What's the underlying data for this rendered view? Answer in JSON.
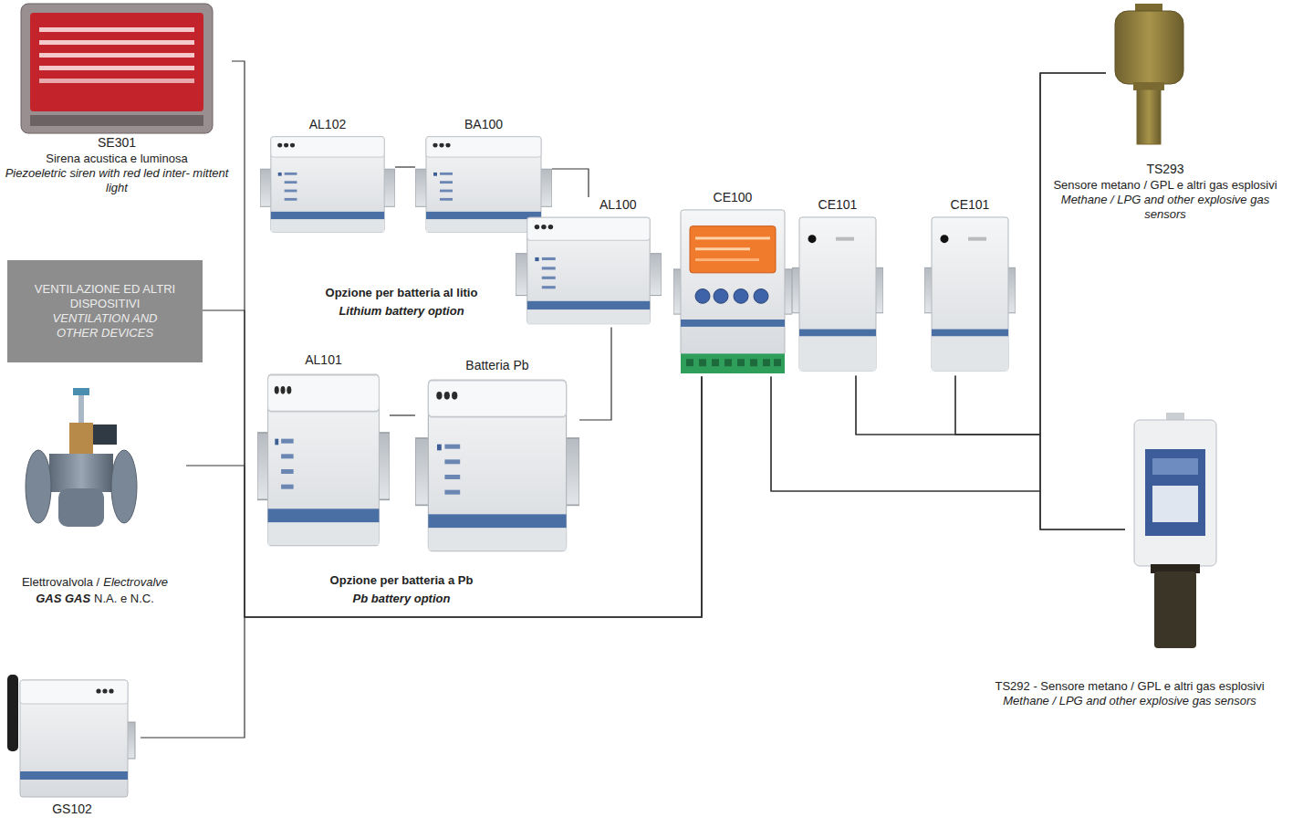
{
  "diagram": {
    "nodes": [
      {
        "text": [
          "SE301",
          "Sirena acustica e luminosa",
          "Piezoeletric siren with red led inter- mittent light"
        ]
      },
      {
        "text": [
          "VENTILAZIONE ED ALTRI DISPOSITIVI",
          "VENTILATION AND OTHER DEVICES"
        ]
      },
      {
        "text": [
          "Elettrovalvola /",
          "Electrovalve",
          "GAS GAS",
          "N.A. e N.C."
        ]
      },
      {
        "text": [
          "GS102"
        ]
      },
      {
        "text": [
          "AL102"
        ]
      },
      {
        "text": [
          "BA100"
        ]
      },
      {
        "text": [
          "AL101"
        ]
      },
      {
        "text": [
          "Batteria Pb"
        ]
      },
      {
        "text": [
          "AL100"
        ]
      },
      {
        "text": [
          "CE100"
        ]
      },
      {
        "text": [
          "CE101"
        ]
      },
      {
        "text": [
          "CE101"
        ]
      },
      {
        "text": [
          "TS293",
          "Sensore metano / GPL e altri gas esplosivi",
          "Methane / LPG and other explosive gas sensors"
        ]
      },
      {
        "text": [
          "TS292 - Sensore metano / GPL e altri gas esplosivi",
          "Methane / LPG and other explosive gas sensors"
        ]
      }
    ],
    "edges": [
      {
        "from": 4,
        "to": 5,
        "arrow": "none"
      },
      {
        "from": 5,
        "to": 8,
        "arrow": "none"
      },
      {
        "from": 6,
        "to": 7,
        "arrow": "none"
      },
      {
        "from": 7,
        "to": 8,
        "arrow": "none"
      },
      {
        "from": 9,
        "to": 0,
        "arrow": "none"
      },
      {
        "from": 9,
        "to": 1,
        "arrow": "none"
      },
      {
        "from": 9,
        "to": 2,
        "arrow": "none"
      },
      {
        "from": 9,
        "to": 3,
        "arrow": "none"
      },
      {
        "from": 9,
        "to": 12,
        "arrow": "none"
      },
      {
        "from": 9,
        "to": 13,
        "arrow": "none"
      },
      {
        "from": 10,
        "to": 12,
        "arrow": "none"
      },
      {
        "from": 10,
        "to": 13,
        "arrow": "none"
      },
      {
        "from": 11,
        "to": 12,
        "arrow": "none"
      },
      {
        "from": 11,
        "to": 13,
        "arrow": "none"
      }
    ],
    "labels": [
      "Opzione per batteria al litio",
      "Lithium battery option",
      "Opzione per batteria a Pb",
      "Pb battery option"
    ]
  }
}
